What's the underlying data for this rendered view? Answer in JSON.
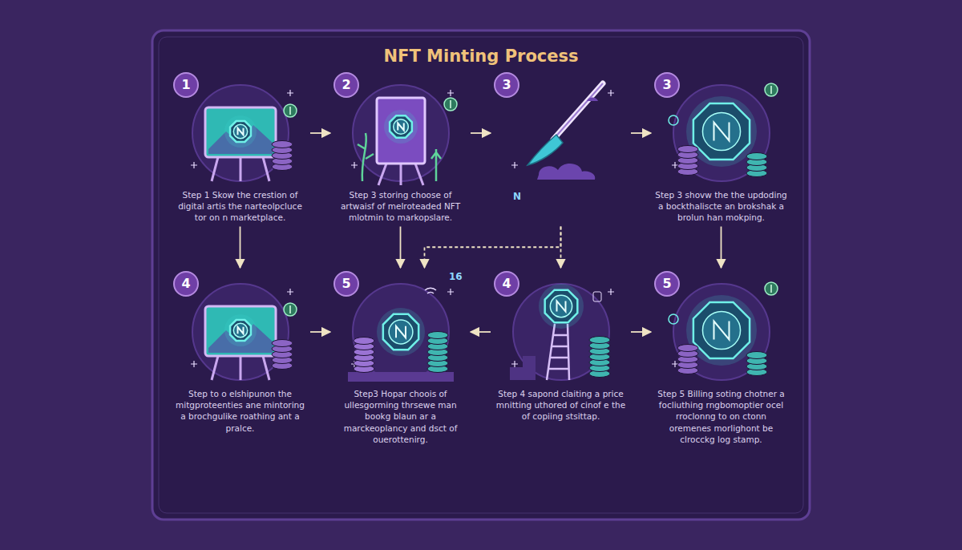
{
  "diagram": {
    "title": "NFT Minting Process",
    "nodes": [
      {
        "text": [
          "1",
          "Step 1 Skow the crestion of digital artis the narteolpcluce tor on n marketplace."
        ]
      },
      {
        "text": [
          "2",
          "Step 3 storing choose of artwaisf of melroteaded NFT mlotmin to markopslare."
        ]
      },
      {
        "text": [
          "3"
        ]
      },
      {
        "text": [
          "3",
          "Step 3 shovw the the updoding a bockthaliscte an brokshak a brolun han mokping."
        ]
      },
      {
        "text": [
          "4",
          "Step to o elshipunon the mitgproteenties ane mintoring a brochgulike roathing ant a pralce."
        ]
      },
      {
        "text": [
          "5",
          "Step3 Hopar choois of ullesgorming thrsewe man bookg blaun ar a marckeoplancy and dsct of ouerottenirg."
        ]
      },
      {
        "text": [
          "4",
          "Step 4 sapond claiting a price mnitting uthored of cinof e the of copiing stsittap."
        ]
      },
      {
        "text": [
          "5",
          "Step 5 Billing soting chotner a focliuthing rngbomoptier ocel rroclonng to on ctonn oremenes morlighont be clrocckg log stamp."
        ]
      }
    ],
    "edges": [
      {
        "from": 0,
        "to": 1,
        "arrow": "to"
      },
      {
        "from": 1,
        "to": 2,
        "arrow": "to"
      },
      {
        "from": 2,
        "to": 3,
        "arrow": "to"
      },
      {
        "from": 0,
        "to": 4,
        "arrow": "to"
      },
      {
        "from": 1,
        "to": 5,
        "arrow": "to"
      },
      {
        "from": 2,
        "to": 6,
        "arrow": "to"
      },
      {
        "from": 2,
        "to": 5,
        "arrow": "to"
      },
      {
        "from": 3,
        "to": 7,
        "arrow": "to"
      },
      {
        "from": 4,
        "to": 5,
        "arrow": "to"
      },
      {
        "from": 6,
        "to": 5,
        "arrow": "to"
      },
      {
        "from": 6,
        "to": 7,
        "arrow": "to"
      }
    ],
    "labels": [
      "N",
      "16"
    ]
  }
}
